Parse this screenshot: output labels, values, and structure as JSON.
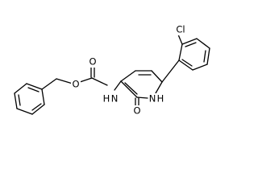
{
  "molecule": {
    "atoms": {
      "chlorine": "Cl",
      "ring_nitrogen": "N",
      "ring_nitrogen_h": "H",
      "amide_nitrogen": "N",
      "amide_nitrogen_h": "H",
      "carbamate_oxygen_ester": "O",
      "carbamate_oxygen_carbonyl": "O",
      "pyridone_oxygen": "O"
    }
  }
}
